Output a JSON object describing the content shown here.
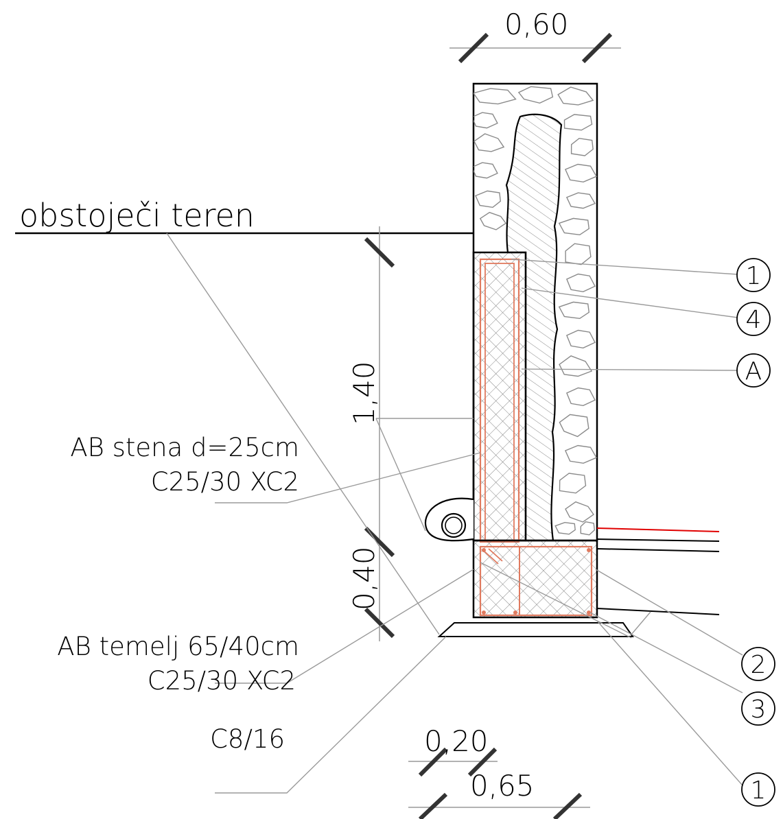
{
  "terrain_label": "obstoječi teren",
  "dimensions": {
    "top_width": "0,60",
    "wall_height": "1,40",
    "foundation_height": "0,40",
    "wall_thickness": "0,20",
    "foundation_width": "0,65"
  },
  "labels": {
    "wall_line1": "AB stena d=25cm",
    "wall_line2": "C25/30 XC2",
    "foundation_line1": "AB temelj 65/40cm",
    "foundation_line2": "C25/30 XC2",
    "lean_concrete": "C8/16"
  },
  "markers": [
    "1",
    "4",
    "A",
    "2",
    "3",
    "1"
  ],
  "colors": {
    "line": "#000000",
    "leader": "#9a9a9a",
    "stone": "#7a7a7a",
    "rebar": "#e07a5f",
    "membrane": "#e00000"
  }
}
